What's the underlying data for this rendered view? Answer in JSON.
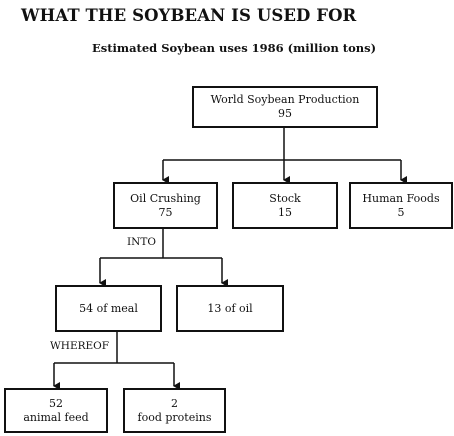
{
  "title": "WHAT THE SOYBEAN IS USED FOR",
  "subtitle": "Estimated Soybean uses 1986 (million tons)",
  "nodes": {
    "world": {
      "label": "World Soybean Production",
      "value": "95"
    },
    "oil_crushing": {
      "label": "Oil Crushing",
      "value": "75"
    },
    "stock": {
      "label": "Stock",
      "value": "15"
    },
    "human_foods": {
      "label": "Human Foods",
      "value": "5"
    },
    "meal": {
      "label": "54 of meal"
    },
    "oil": {
      "label": "13 of oil"
    },
    "animal_feed": {
      "value": "52",
      "label": "animal feed"
    },
    "food_proteins": {
      "value": "2",
      "label": "food proteins"
    }
  },
  "edge_labels": {
    "into": "INTO",
    "whereof": "WHEREOF"
  },
  "colors": {
    "ink": "#111111",
    "background": "#ffffff"
  }
}
